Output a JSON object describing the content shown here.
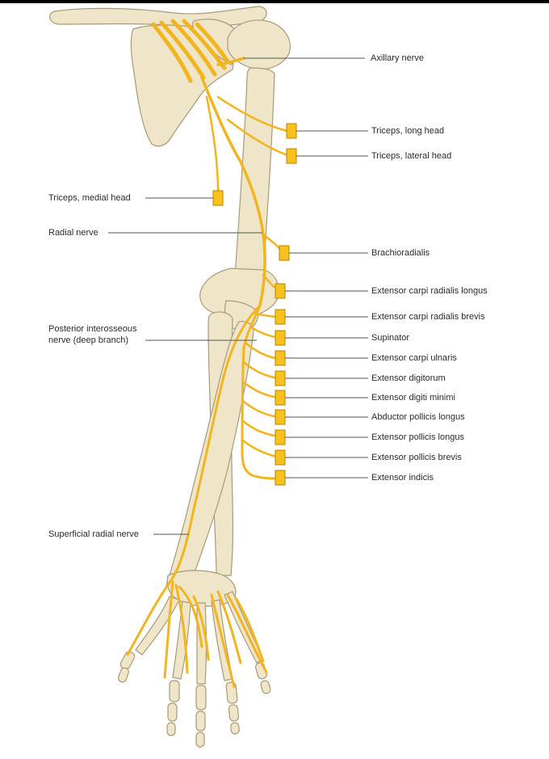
{
  "colors": {
    "bone": "#efe6c9",
    "bone_outline": "#a99a78",
    "bone_shadow": "#ddd2b0",
    "nerve": "#f2b520",
    "nerve_outline": "#b98400",
    "muscle_box": "#f7c21d",
    "leader": "#555555",
    "text": "#2b2b2b"
  },
  "labels": {
    "axillary_nerve": "Axillary nerve",
    "triceps_long_head": "Triceps, long head",
    "triceps_lateral_head": "Triceps, lateral head",
    "triceps_medial_head": "Triceps, medial head",
    "radial_nerve": "Radial nerve",
    "brachioradialis": "Brachioradialis",
    "ext_carpi_rad_longus": "Extensor carpi radialis longus",
    "ext_carpi_rad_brevis": "Extensor carpi radialis brevis",
    "posterior_interosseous_line1": "Posterior interosseous",
    "posterior_interosseous_line2": "nerve  (deep branch)",
    "supinator": "Supinator",
    "ext_carpi_ulnaris": "Extensor carpi ulnaris",
    "ext_digitorum": "Extensor digitorum",
    "ext_digiti_minimi": "Extensor digiti minimi",
    "abductor_pollicis_longus": "Abductor pollicis longus",
    "ext_pollicis_longus": "Extensor pollicis longus",
    "ext_pollicis_brevis": "Extensor pollicis brevis",
    "ext_indicis": "Extensor indicis",
    "superficial_radial_nerve": "Superficial radial nerve"
  }
}
